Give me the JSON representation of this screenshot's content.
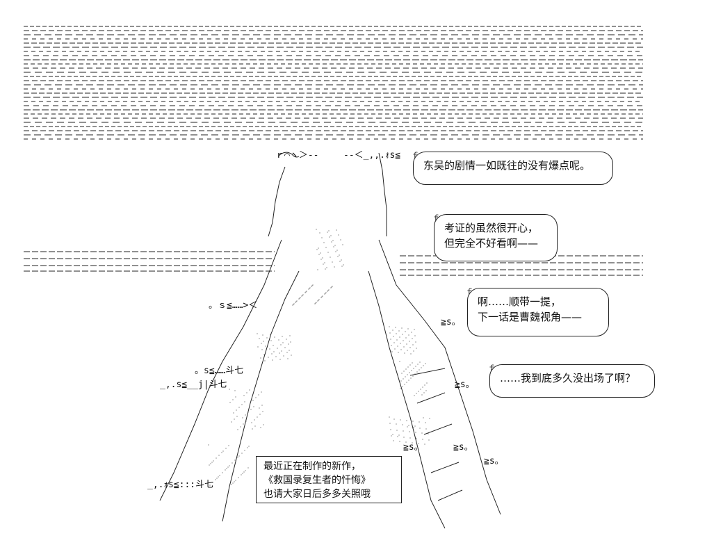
{
  "bubbles": [
    {
      "lines": [
        "东吴的剧情一如既往的没有爆点呢。"
      ]
    },
    {
      "lines": [
        "考证的虽然很开心，",
        "但完全不好看啊——"
      ]
    },
    {
      "lines": [
        "啊……顺带一提，",
        "下一话是曹魏视角——"
      ]
    },
    {
      "lines": [
        "……我到底多久没出场了啊？"
      ]
    }
  ],
  "notice": {
    "lines": [
      "最近正在制作的新作，",
      "《救国录复生者的忏悔》",
      "也请大家日后多多关照哦"
    ]
  },
  "ascii_fragments": {
    "head1": "ｒ⌒ヽ＞-‐",
    "head2": "‐-＜_,,.ｫs≦",
    "side1": "。ｓ≦……>＜",
    "side2": "≧s。",
    "s1": "。s≦……斗七",
    "s2": "_,.s≦__j|斗七",
    "s3": "_,.ｫs≦:::斗七",
    "r1": "≧s。",
    "r2": "≧s。",
    "r3": "≧s。",
    "r4": "≧s。"
  }
}
